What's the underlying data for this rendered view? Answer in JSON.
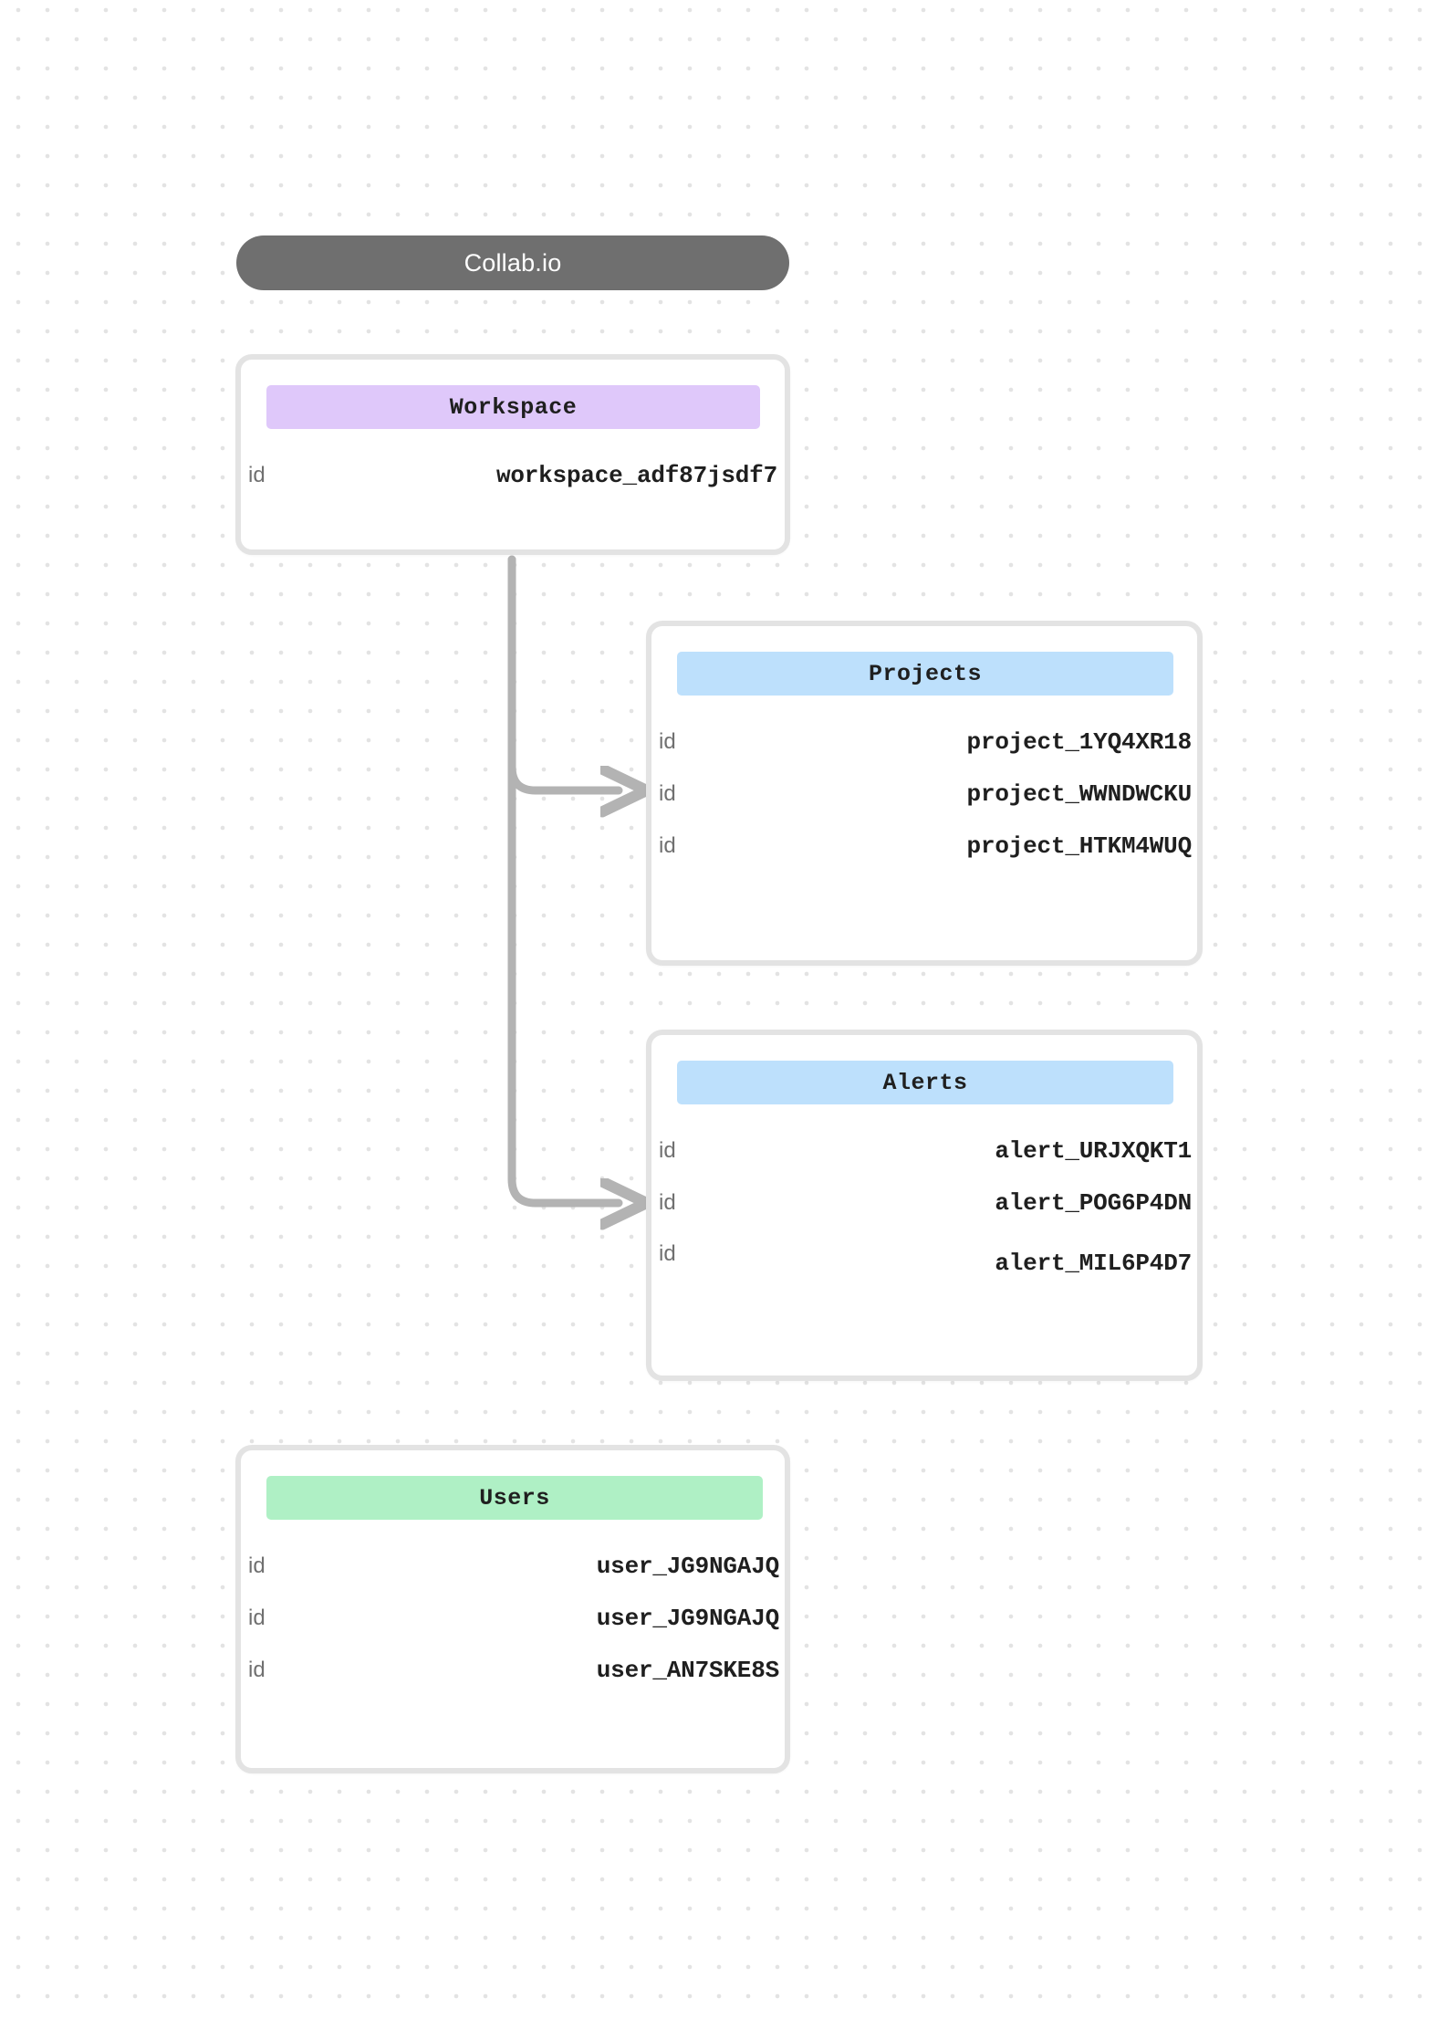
{
  "app": {
    "title": "Collab.io"
  },
  "colors": {
    "title_pill_bg": "#6f6f6f",
    "card_border": "#e3e3e3",
    "workspace_header_bg": "#dfc8fa",
    "projects_header_bg": "#bde0fc",
    "alerts_header_bg": "#bde0fc",
    "users_header_bg": "#aff0c5",
    "connector": "#b3b3b3",
    "dot_grid": "#e3e3e3"
  },
  "cards": [
    {
      "name": "workspace",
      "title": "Workspace",
      "rows": [
        {
          "key": "id",
          "value": "workspace_adf87jsdf7"
        }
      ]
    },
    {
      "name": "projects",
      "title": "Projects",
      "rows": [
        {
          "key": "id",
          "value": "project_1YQ4XR18"
        },
        {
          "key": "id",
          "value": "project_WWNDWCKU"
        },
        {
          "key": "id",
          "value": "project_HTKM4WUQ"
        }
      ]
    },
    {
      "name": "alerts",
      "title": "Alerts",
      "rows": [
        {
          "key": "id",
          "value": "alert_URJXQKT1"
        },
        {
          "key": "id",
          "value": "alert_POG6P4DN"
        },
        {
          "key": "id",
          "value": "alert_MIL6P4D7"
        }
      ]
    },
    {
      "name": "users",
      "title": "Users",
      "rows": [
        {
          "key": "id",
          "value": "user_JG9NGAJQ"
        },
        {
          "key": "id",
          "value": "user_JG9NGAJQ"
        },
        {
          "key": "id",
          "value": "user_AN7SKE8S"
        }
      ]
    }
  ],
  "connections": [
    {
      "from": "workspace",
      "to": "projects"
    },
    {
      "from": "workspace",
      "to": "alerts"
    }
  ]
}
